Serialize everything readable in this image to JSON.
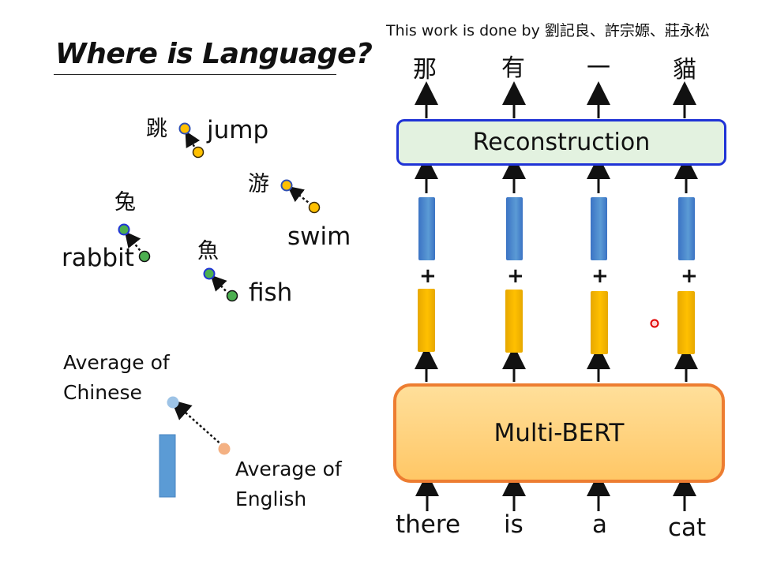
{
  "title": "Where is Language?",
  "credit": "This work is done by 劉記良、許宗嫄、莊永松",
  "word_pairs": {
    "jump_zh": "跳",
    "jump_en": "jump",
    "swim_zh": "游",
    "swim_en": "swim",
    "rabbit_zh": "兔",
    "rabbit_en": "rabbit",
    "fish_zh": "魚",
    "fish_en": "fish"
  },
  "averages": {
    "chinese_line1": "Average of",
    "chinese_line2": "Chinese",
    "english_line1": "Average of",
    "english_line2": "English"
  },
  "model": {
    "reconstruction": "Reconstruction",
    "encoder": "Multi-BERT",
    "plus": "+",
    "inputs": [
      "there",
      "is",
      "a",
      "cat"
    ],
    "outputs": [
      "那",
      "有",
      "一",
      "貓"
    ]
  },
  "colors": {
    "chinese_point": "#ffc000",
    "english_point": "#4caf50",
    "avg_chinese": "#9dc3e6",
    "avg_english": "#f4b183",
    "reconstruction_border": "#1f33d6",
    "encoder_border": "#ed7d31"
  }
}
